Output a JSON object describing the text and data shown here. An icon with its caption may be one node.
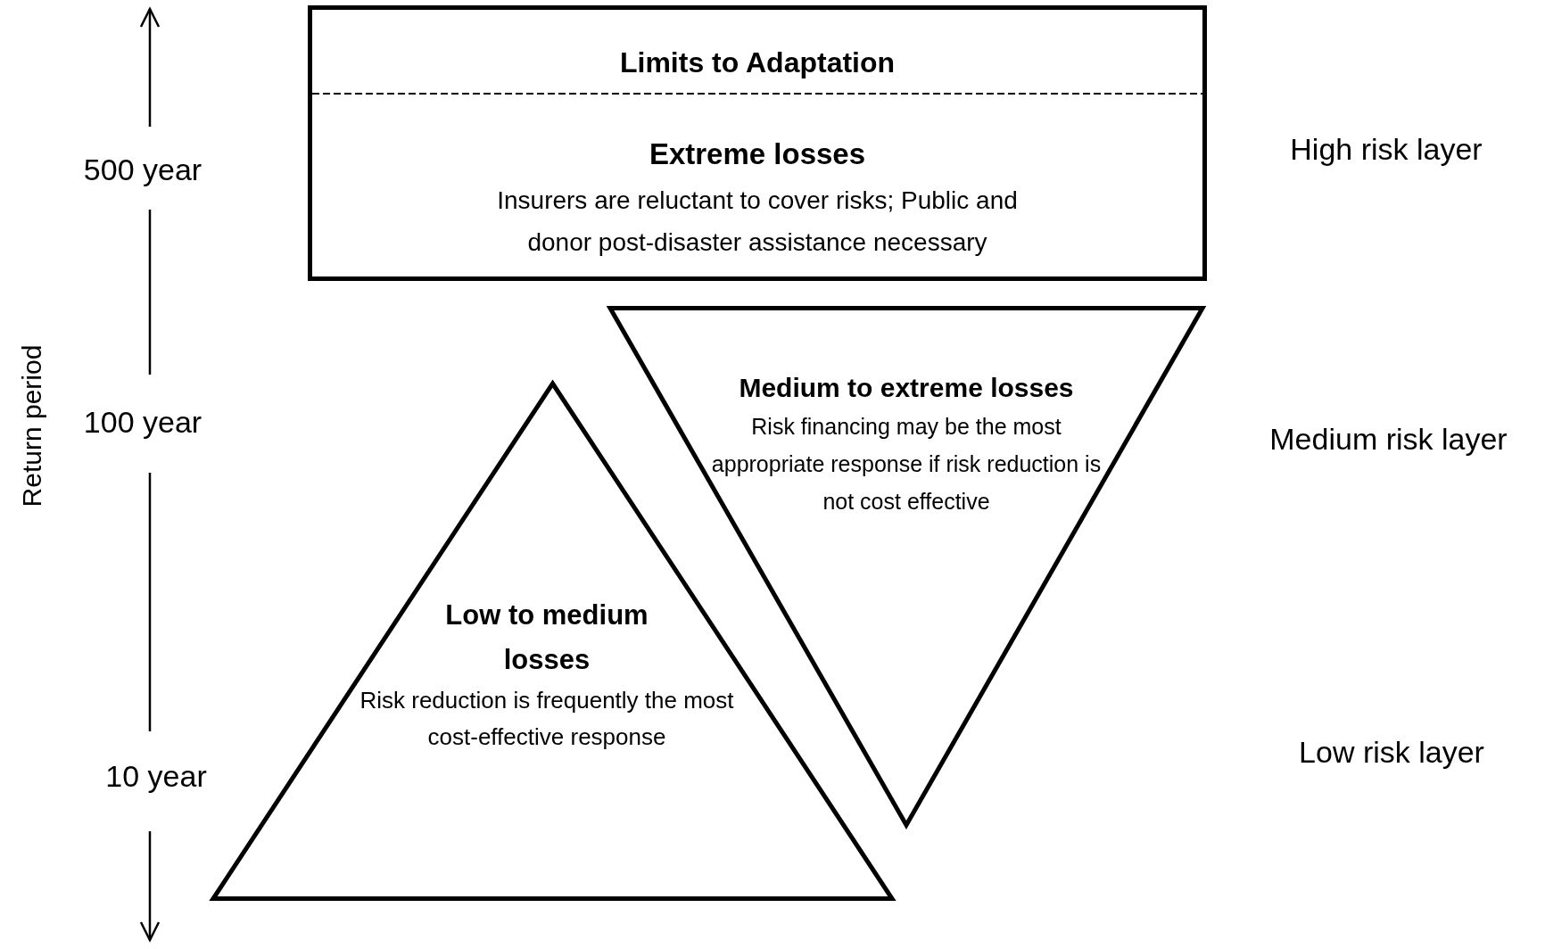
{
  "diagram": {
    "nodes": [
      {
        "text": [
          "Limits to Adaptation",
          "Extreme losses",
          "Insurers are reluctant to cover risks; Public and donor post-disaster assistance necessary"
        ]
      },
      {
        "text": [
          "Medium to extreme losses",
          "Risk financing may be the most appropriate response if risk reduction is not cost effective"
        ]
      },
      {
        "text": [
          "Low to medium losses",
          "Risk reduction is frequently the most cost-effective response"
        ]
      }
    ],
    "labels": [
      "Return period",
      "500 year",
      "100 year",
      "10 year",
      "High risk layer",
      "Medium risk layer",
      "Low risk layer"
    ]
  }
}
